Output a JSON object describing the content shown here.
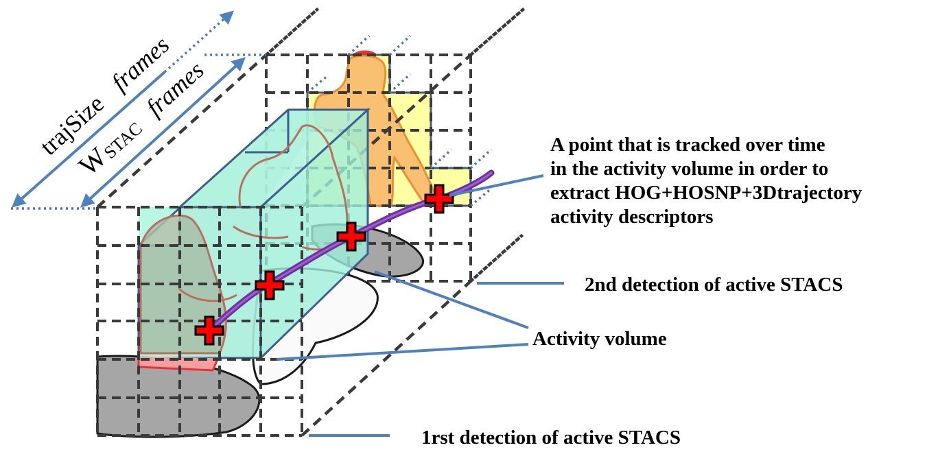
{
  "diagram": {
    "arrow_labels": {
      "traj_size": {
        "main": "trajSize",
        "unit": "frames"
      },
      "w_stac": {
        "main": "W",
        "subscript": "STAC",
        "unit": "frames"
      }
    },
    "callouts": {
      "tracked_point": [
        "A point that is tracked over time",
        "in the activity volume in order to",
        "extract HOG+HOSNP+3Dtrajectory",
        "activity descriptors"
      ],
      "second_detection": "2nd detection of active STACS",
      "activity_volume": "Activity volume",
      "first_detection": "1rst detection of active STACS"
    },
    "tracked_points_count": 4,
    "colors": {
      "arrow_blue": "#4f81bd",
      "grid_dash": "#3a3a3a",
      "volume_teal": "#7ff0d0",
      "volume_yellow": "#ffff99",
      "person_orange": "#f8b860",
      "trajectory_purple": "#7030a0",
      "point_red": "#ff0000",
      "shadow_gray": "#a6a6a6"
    }
  }
}
